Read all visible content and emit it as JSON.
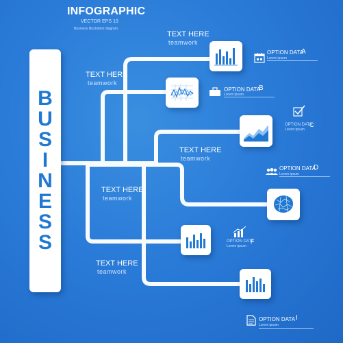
{
  "header": {
    "title": "INFOGRAPHIC",
    "subtitle": "VECTOR EPS 10",
    "caption": "Business Illustration diagram"
  },
  "banner": {
    "letters": [
      "B",
      "U",
      "S",
      "I",
      "N",
      "E",
      "S",
      "S"
    ]
  },
  "text_here_blocks": [
    {
      "title": "TEXT HERE",
      "sub": "teamwork"
    },
    {
      "title": "TEXT HERE",
      "sub": "teamwork"
    },
    {
      "title": "TEXT HERE",
      "sub": "teamwork"
    },
    {
      "title": "TEXT HERE",
      "sub": "teamwork"
    },
    {
      "title": "TEXT HERE",
      "sub": "teamwork"
    }
  ],
  "options": [
    {
      "title": "OPTION DATA",
      "letter": "A",
      "sub": "Lorem ipsum",
      "icon": "calendar-icon"
    },
    {
      "title": "OPTION DATA",
      "letter": "B",
      "sub": "Lorem ipsum",
      "icon": "briefcase-icon"
    },
    {
      "title": "OPTION DATA",
      "letter": "C",
      "sub": "Lorem ipsum",
      "icon": "checkbox-icon"
    },
    {
      "title": "OPTION DATA",
      "letter": "D",
      "sub": "Lorem ipsum",
      "icon": "people-icon"
    },
    {
      "title": "OPTION DATA",
      "letter": "F",
      "sub": "Lorem ipsum",
      "icon": "growth-chart-icon"
    },
    {
      "title": "OPTION DATA",
      "letter": "I",
      "sub": "Lorem ipsum",
      "icon": "document-icon"
    }
  ],
  "colors": {
    "background": "#2a7bd8",
    "accent": "#1f78d1",
    "white": "#ffffff"
  },
  "tile_icons": [
    "bar-chart-icon",
    "line-chart-icon",
    "area-chart-icon",
    "world-map-icon",
    "bar-chart-icon",
    "bar-chart-icon"
  ]
}
